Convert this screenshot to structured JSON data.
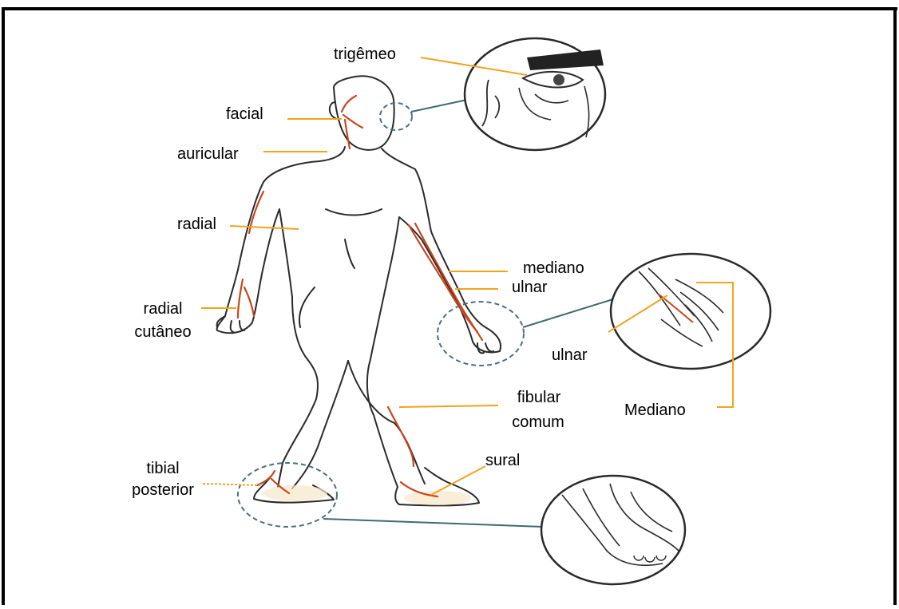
{
  "colors": {
    "frame": "#000000",
    "outline": "#2a2a2a",
    "nerve": "#c8461e",
    "leader": "#f2a31b",
    "dashed": "#4c6f7a",
    "connector": "#3e6a74",
    "skin_tint": "#f6e7c8"
  },
  "labels": {
    "trigemeo": "trigêmeo",
    "facial": "facial",
    "auricular": "auricular",
    "radial": "radial",
    "radial_cutaneo_1": "radial",
    "radial_cutaneo_2": "cutâneo",
    "mediano": "mediano",
    "ulnar_arm": "ulnar",
    "ulnar_inset": "ulnar",
    "mediano_inset": "Mediano",
    "fibular_1": "fibular",
    "fibular_2": "comum",
    "sural": "sural",
    "tibial_1": "tibial",
    "tibial_2": "posterior"
  },
  "insets": [
    {
      "name": "face-inset",
      "depicts": "eye-and-trigeminal-nerve"
    },
    {
      "name": "hand-inset",
      "depicts": "wrist-median-and-ulnar-nerves"
    },
    {
      "name": "foot-inset",
      "depicts": "foot-tibial-nerve"
    }
  ]
}
